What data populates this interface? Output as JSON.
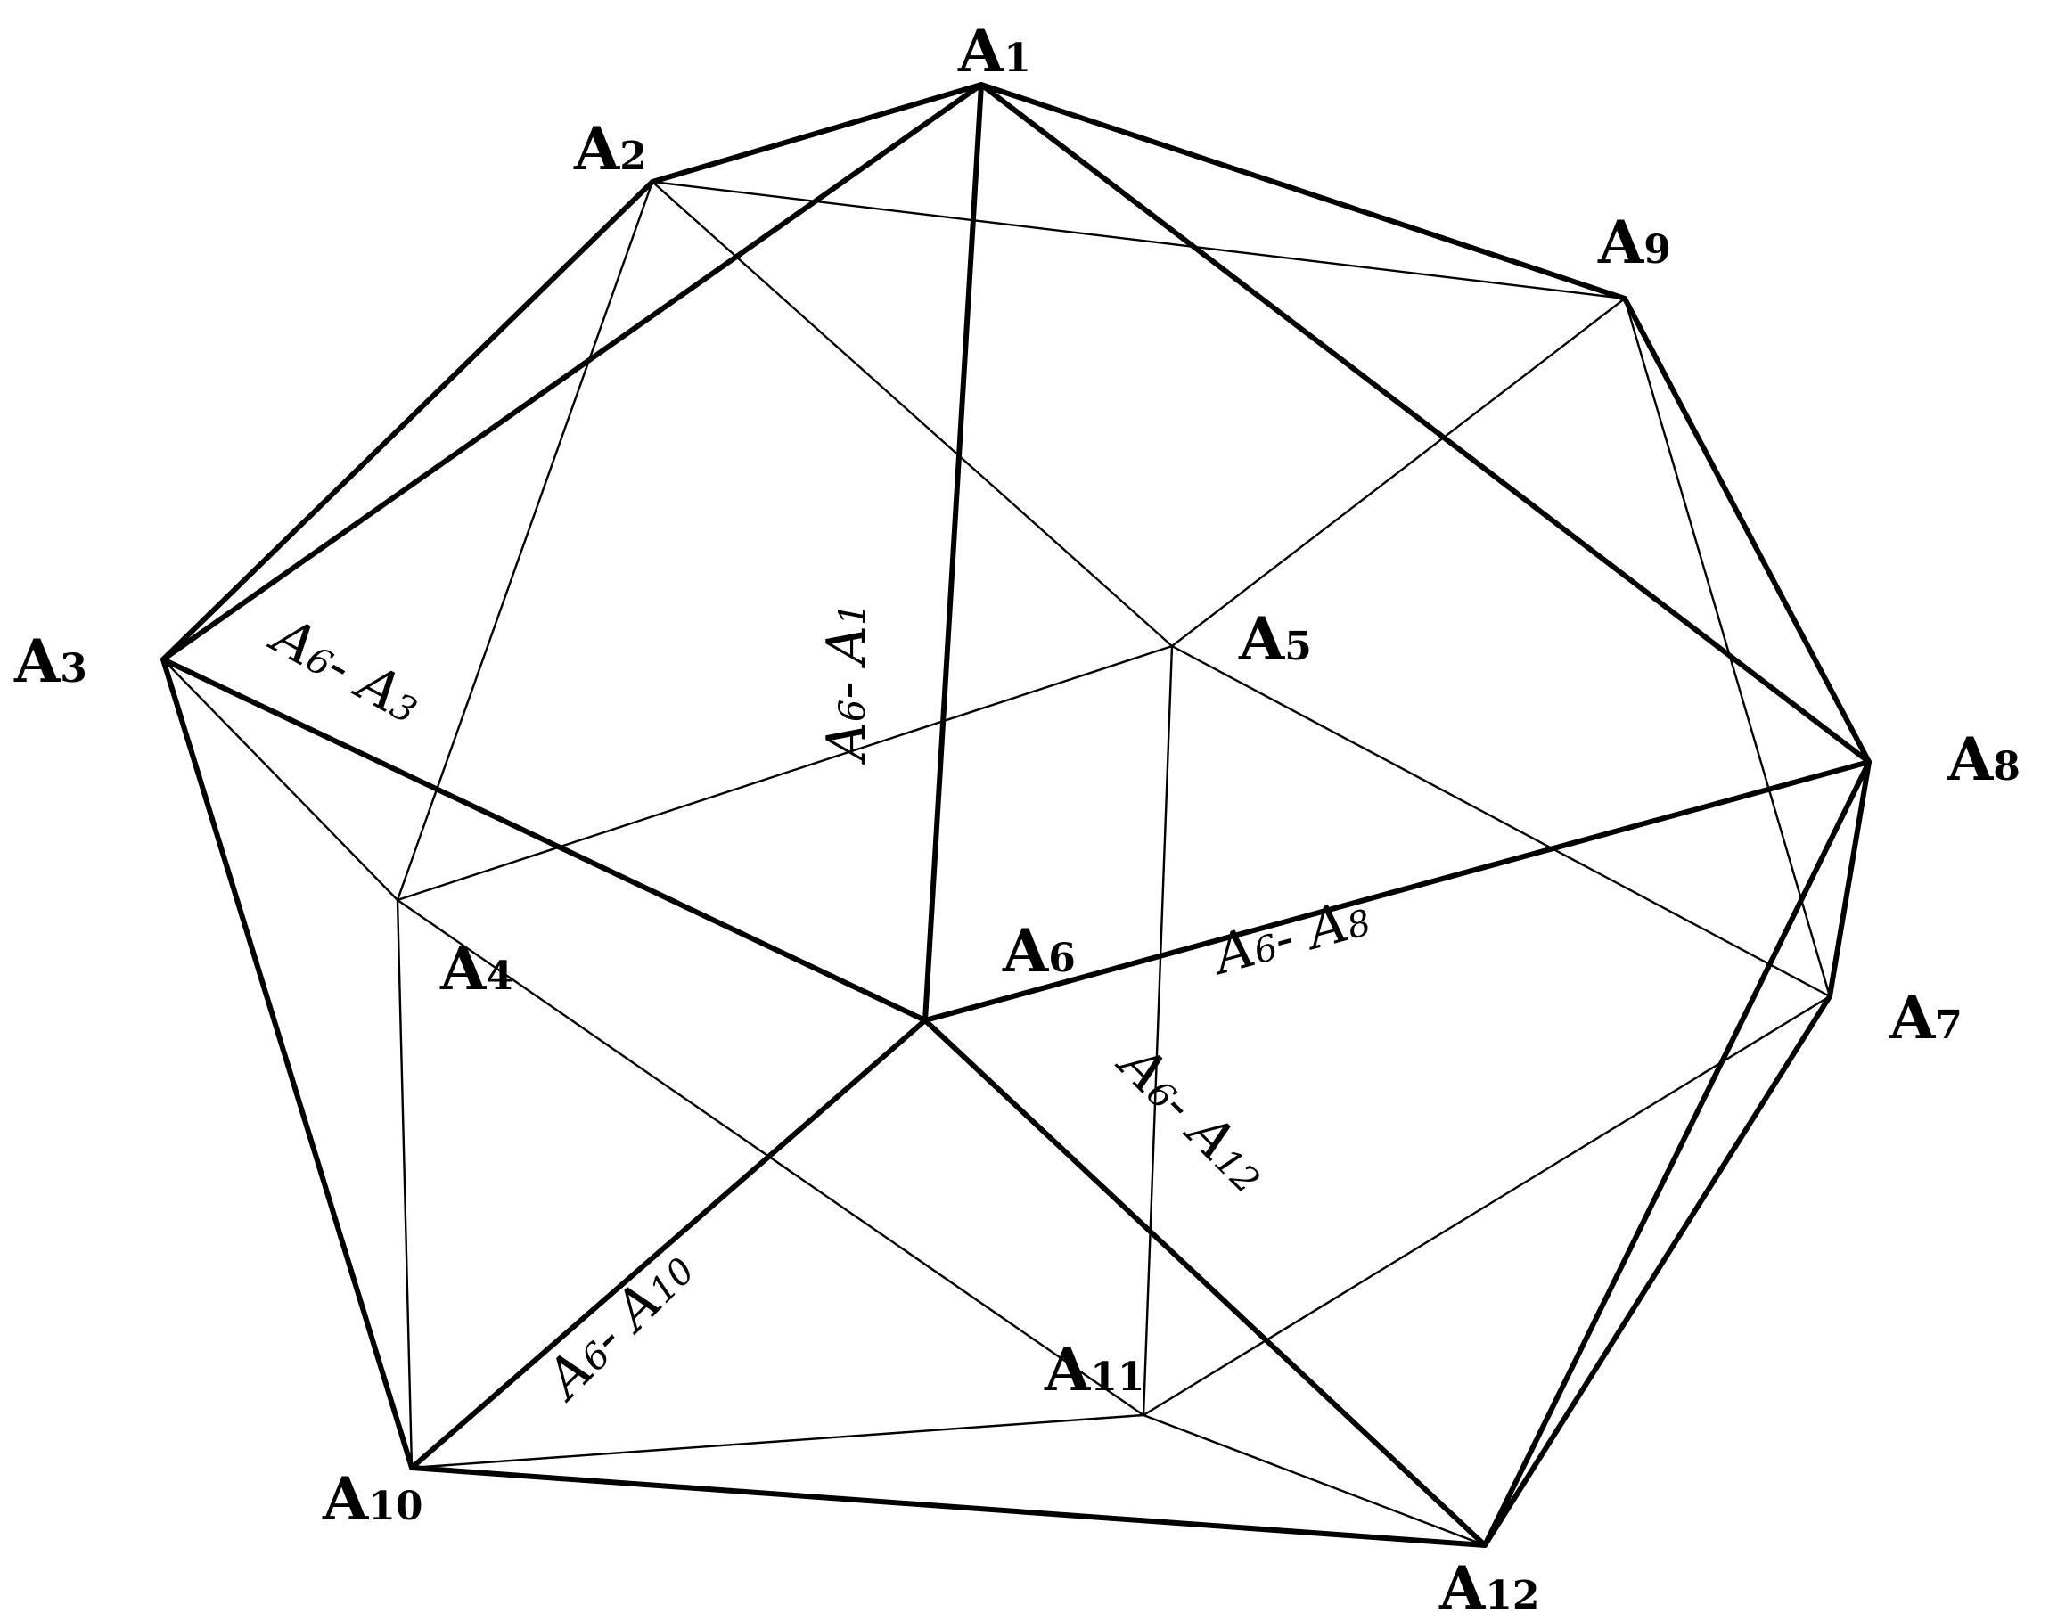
{
  "vertices": [
    {
      "id": "A1",
      "letter": "A",
      "index": "1"
    },
    {
      "id": "A2",
      "letter": "A",
      "index": "2"
    },
    {
      "id": "A3",
      "letter": "A",
      "index": "3"
    },
    {
      "id": "A4",
      "letter": "A",
      "index": "4"
    },
    {
      "id": "A5",
      "letter": "A",
      "index": "5"
    },
    {
      "id": "A6",
      "letter": "A",
      "index": "6"
    },
    {
      "id": "A7",
      "letter": "A",
      "index": "7"
    },
    {
      "id": "A8",
      "letter": "A",
      "index": "8"
    },
    {
      "id": "A9",
      "letter": "A",
      "index": "9"
    },
    {
      "id": "A10",
      "letter": "A",
      "index": "10"
    },
    {
      "id": "A11",
      "letter": "A",
      "index": "11"
    },
    {
      "id": "A12",
      "letter": "A",
      "index": "12"
    }
  ],
  "edges": [
    {
      "from": "A1",
      "to": "A2",
      "style": "thick"
    },
    {
      "from": "A1",
      "to": "A3",
      "style": "thick"
    },
    {
      "from": "A1",
      "to": "A6",
      "style": "thick"
    },
    {
      "from": "A1",
      "to": "A8",
      "style": "thick"
    },
    {
      "from": "A1",
      "to": "A9",
      "style": "thick"
    },
    {
      "from": "A2",
      "to": "A3",
      "style": "thick"
    },
    {
      "from": "A2",
      "to": "A9",
      "style": "thin"
    },
    {
      "from": "A2",
      "to": "A4",
      "style": "thin"
    },
    {
      "from": "A2",
      "to": "A5",
      "style": "thin"
    },
    {
      "from": "A3",
      "to": "A6",
      "style": "thick"
    },
    {
      "from": "A3",
      "to": "A10",
      "style": "thick"
    },
    {
      "from": "A3",
      "to": "A4",
      "style": "thin"
    },
    {
      "from": "A4",
      "to": "A5",
      "style": "thin"
    },
    {
      "from": "A4",
      "to": "A10",
      "style": "thin"
    },
    {
      "from": "A4",
      "to": "A11",
      "style": "thin"
    },
    {
      "from": "A5",
      "to": "A9",
      "style": "thin"
    },
    {
      "from": "A5",
      "to": "A7",
      "style": "thin"
    },
    {
      "from": "A5",
      "to": "A11",
      "style": "thin"
    },
    {
      "from": "A6",
      "to": "A8",
      "style": "thick"
    },
    {
      "from": "A6",
      "to": "A10",
      "style": "thick"
    },
    {
      "from": "A6",
      "to": "A12",
      "style": "thick"
    },
    {
      "from": "A7",
      "to": "A8",
      "style": "thick"
    },
    {
      "from": "A7",
      "to": "A9",
      "style": "thin"
    },
    {
      "from": "A7",
      "to": "A11",
      "style": "thin"
    },
    {
      "from": "A7",
      "to": "A12",
      "style": "thick"
    },
    {
      "from": "A8",
      "to": "A9",
      "style": "thick"
    },
    {
      "from": "A8",
      "to": "A12",
      "style": "thick"
    },
    {
      "from": "A10",
      "to": "A11",
      "style": "thin"
    },
    {
      "from": "A10",
      "to": "A12",
      "style": "thick"
    },
    {
      "from": "A11",
      "to": "A12",
      "style": "thin"
    }
  ],
  "edge_labels": [
    {
      "id": "A6-A1",
      "a": "A",
      "a_sub": "6",
      "dash": "- ",
      "b": "A",
      "b_sub": "1"
    },
    {
      "id": "A6-A3",
      "a": "A",
      "a_sub": "6",
      "dash": "- ",
      "b": "A",
      "b_sub": "3"
    },
    {
      "id": "A6-A8",
      "a": "A",
      "a_sub": "6",
      "dash": "- ",
      "b": "A",
      "b_sub": "8"
    },
    {
      "id": "A6-A10",
      "a": "A",
      "a_sub": "6",
      "dash": "- ",
      "b": "A",
      "b_sub": "10"
    },
    {
      "id": "A6-A12",
      "a": "A",
      "a_sub": "6",
      "dash": "- ",
      "b": "A",
      "b_sub": "12"
    }
  ]
}
